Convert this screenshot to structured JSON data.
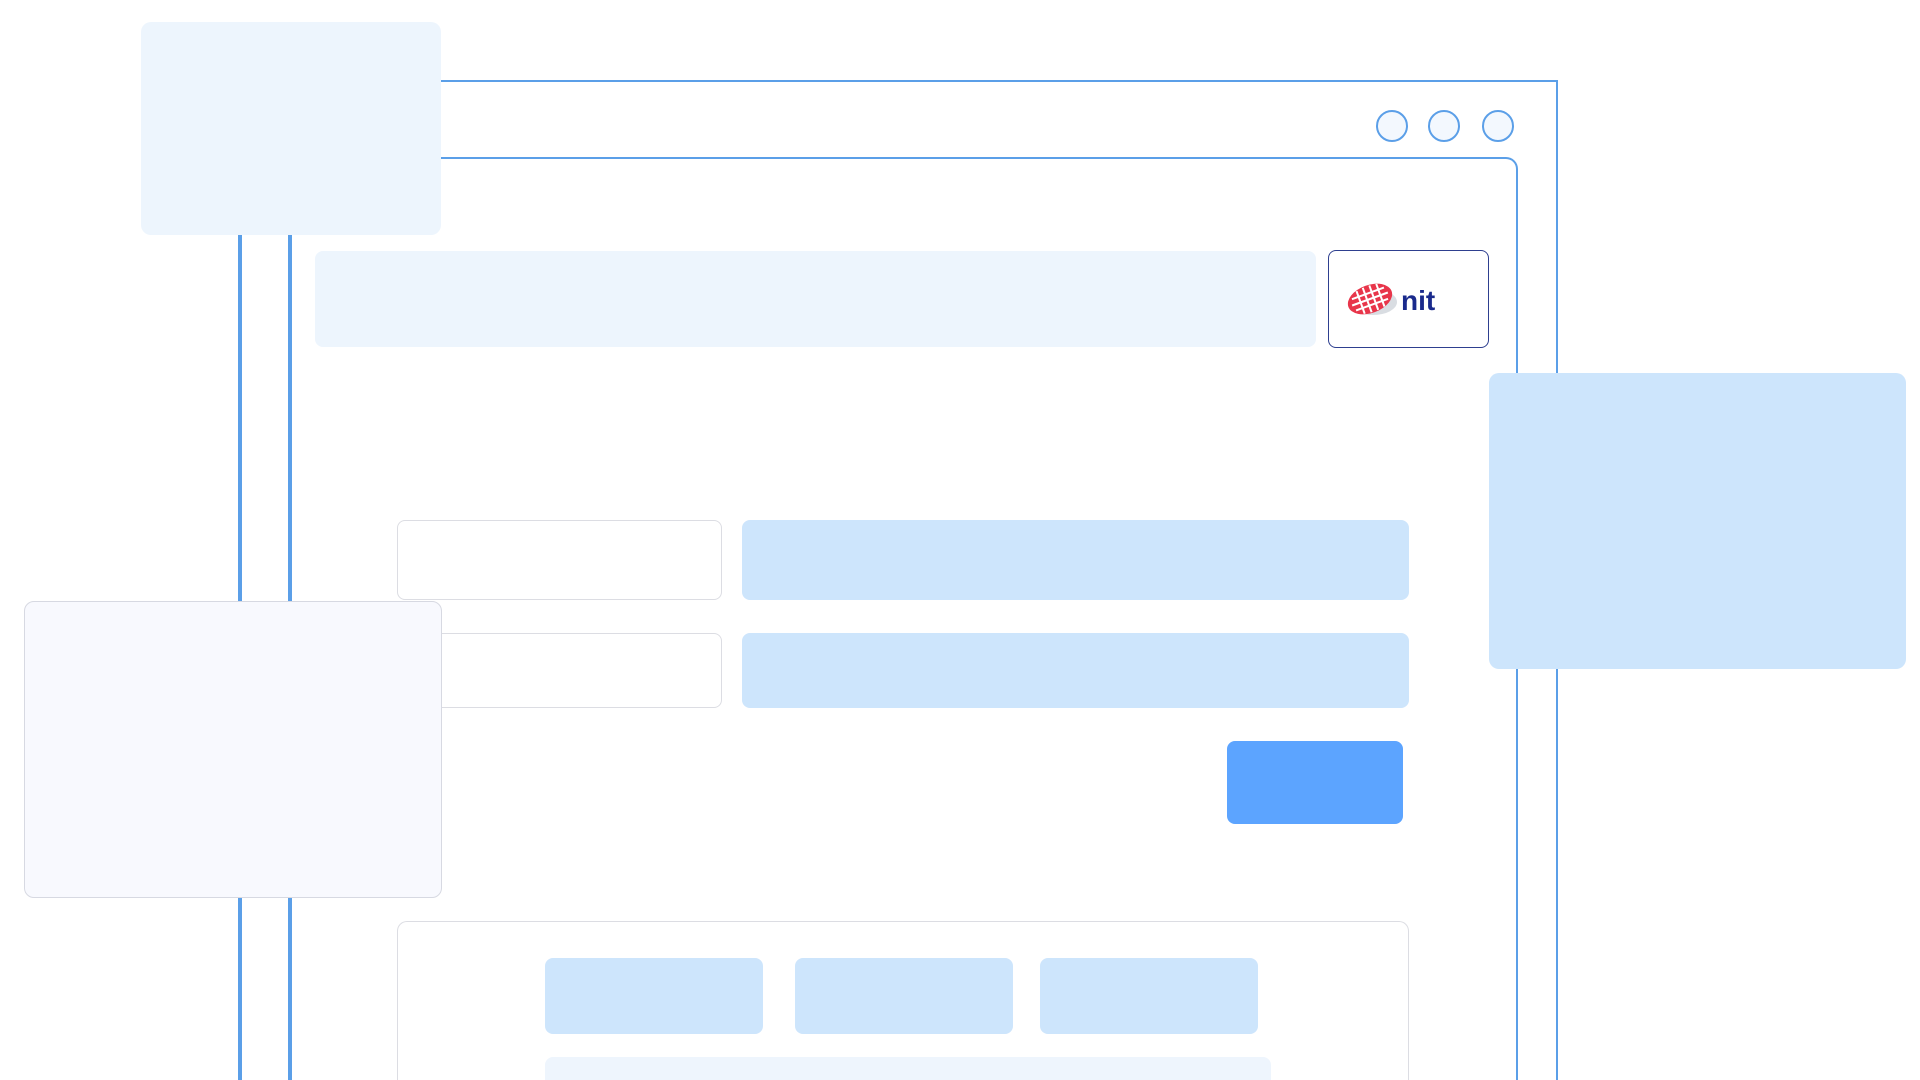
{
  "window": {
    "controls": [
      "control-1",
      "control-2",
      "control-3"
    ]
  },
  "logo": {
    "text": "nit",
    "colors": {
      "emblem": "#e8354a",
      "text": "#1a2a8c"
    }
  },
  "colors": {
    "frame": "#5b9fe8",
    "primary_button": "#5ca4ff",
    "field_fill": "#cde5fc",
    "header_fill": "#edf5fd"
  },
  "icons": {
    "logo": "nit-logo-icon",
    "window_dot": "circle-icon"
  }
}
